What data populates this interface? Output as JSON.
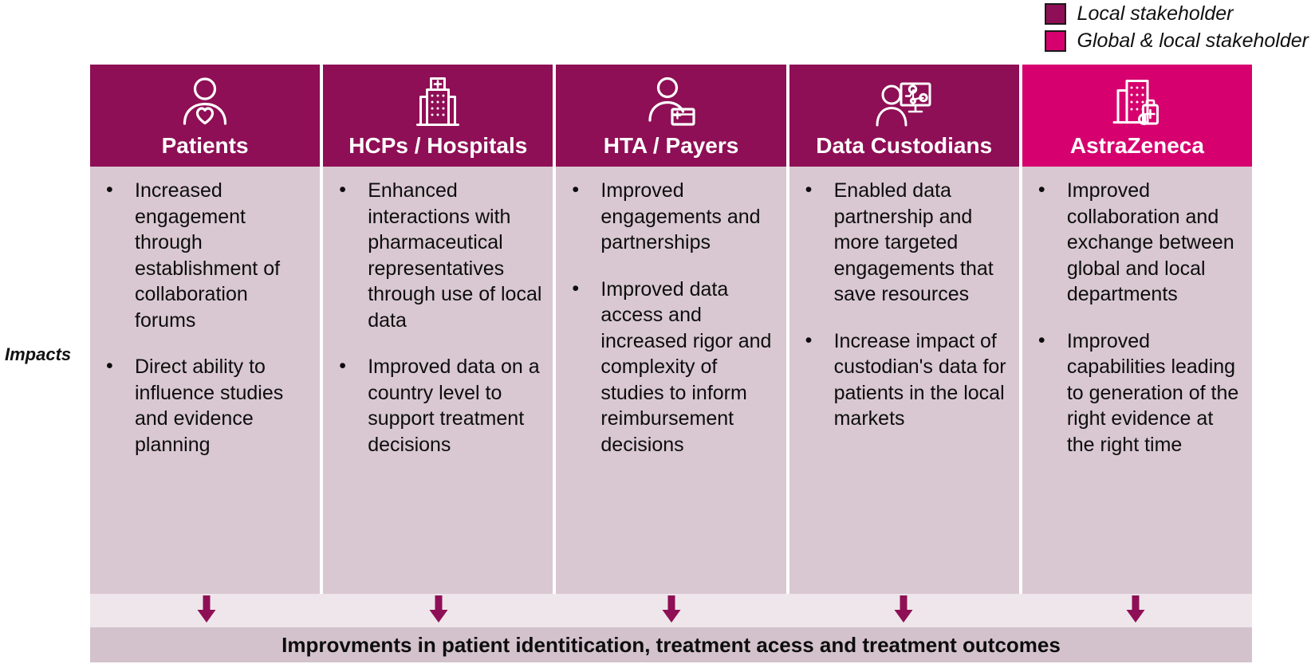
{
  "colors": {
    "local_stakeholder": "#8e0f55",
    "global_local_stakeholder": "#d6006e",
    "body_fill": "#d9c8d1",
    "arrow_band": "#eee6ea",
    "summary_fill": "#d3c2cb",
    "arrow": "#8e0f55",
    "header_text": "#ffffff",
    "body_text": "#0d0d0d"
  },
  "legend": {
    "items": [
      {
        "label": "Local stakeholder",
        "color": "#8e0f55",
        "swatch_icon": "square-swatch-icon"
      },
      {
        "label": "Global & local stakeholder",
        "color": "#d6006e",
        "swatch_icon": "square-swatch-icon"
      }
    ]
  },
  "side_label": {
    "text": "Impacts"
  },
  "columns": [
    {
      "key": "patients",
      "title": "Patients",
      "icon": "person-with-heart-icon",
      "header_color": "#8e0f55",
      "stakeholder_type": "Local stakeholder",
      "bullets": [
        "Increased engagement through establishment of collaboration forums",
        "Direct ability to influence studies and evidence planning"
      ]
    },
    {
      "key": "hcps-hospitals",
      "title": "HCPs / Hospitals",
      "icon": "hospital-building-icon",
      "header_color": "#8e0f55",
      "stakeholder_type": "Local stakeholder",
      "bullets": [
        "Enhanced interactions with pharmaceutical representatives through use of local data",
        "Improved data on a country level to support treatment decisions"
      ]
    },
    {
      "key": "hta-payers",
      "title": "HTA / Payers",
      "icon": "person-with-health-card-icon",
      "header_color": "#8e0f55",
      "stakeholder_type": "Local stakeholder",
      "bullets": [
        "Improved engagements and partnerships",
        "Improved data access and increased rigor and complexity of studies to inform reimbursement decisions"
      ]
    },
    {
      "key": "data-custodians",
      "title": "Data Custodians",
      "icon": "person-with-data-monitor-icon",
      "header_color": "#8e0f55",
      "stakeholder_type": "Local stakeholder",
      "bullets": [
        "Enabled data partnership and more targeted engagements that save resources",
        "Increase impact of custodian's data for patients in the local markets"
      ]
    },
    {
      "key": "astrazeneca",
      "title": "AstraZeneca",
      "icon": "buildings-with-medicine-icon",
      "header_color": "#d6006e",
      "stakeholder_type": "Global & local stakeholder",
      "bullets": [
        "Improved collaboration and exchange between global and local departments",
        "Improved capabilities leading to generation of the right evidence at the right time"
      ]
    }
  ],
  "arrows": {
    "icon": "down-arrow-icon",
    "count": 5
  },
  "summary": {
    "text": "Improvments in patient identitication, treatment acess and treatment outcomes"
  }
}
